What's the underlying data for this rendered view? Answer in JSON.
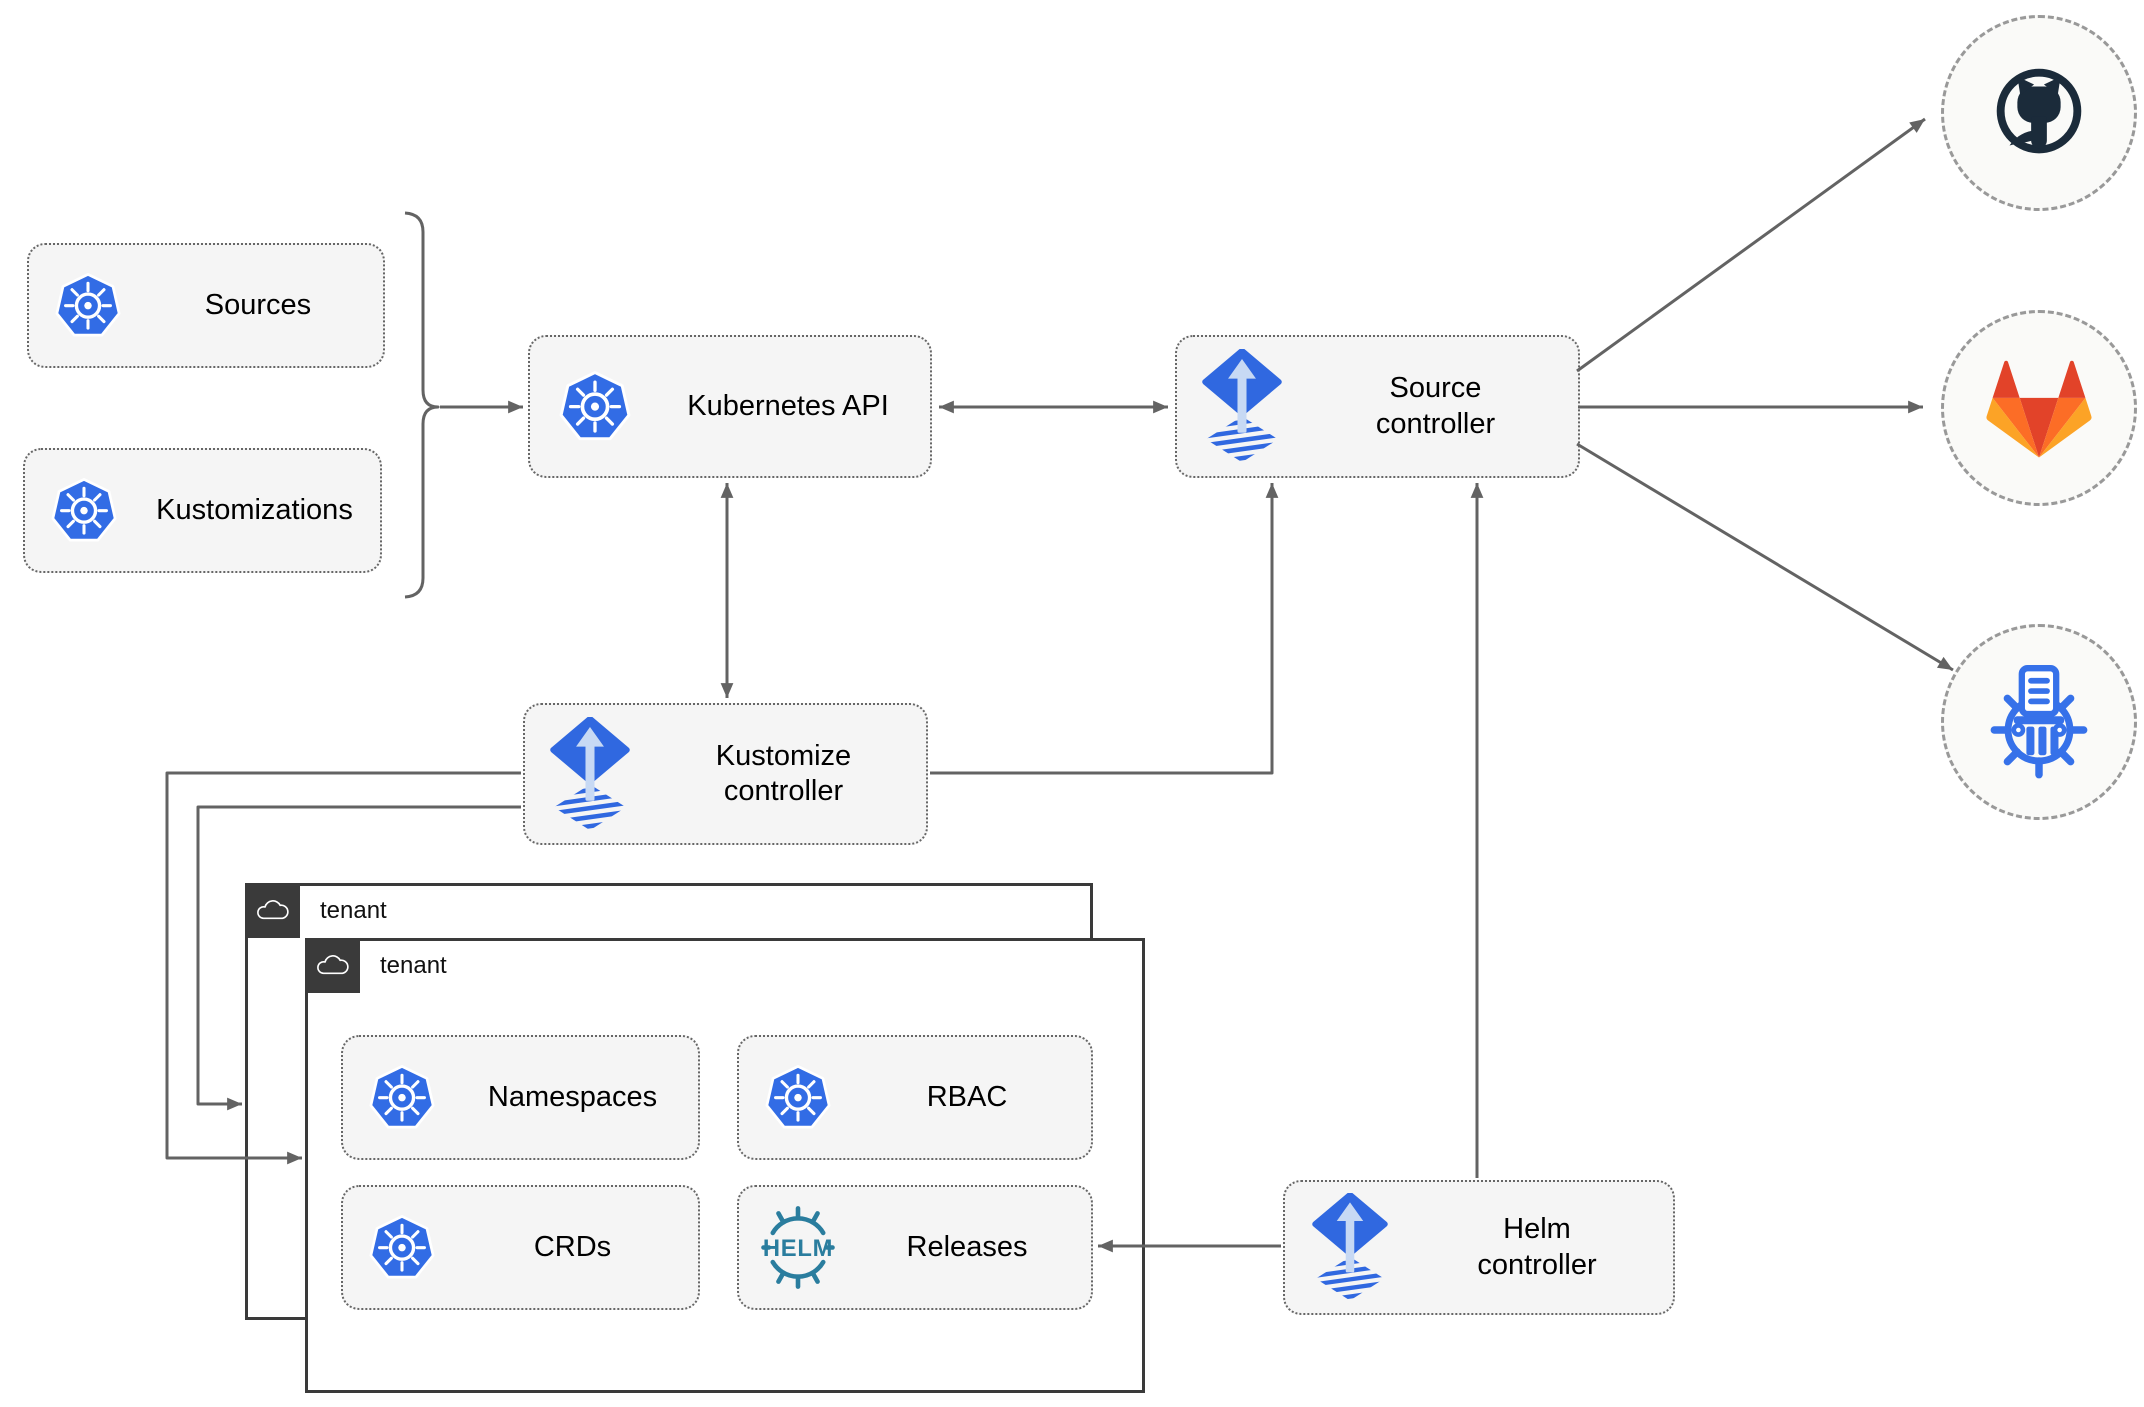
{
  "nodes": {
    "sources": {
      "label": "Sources"
    },
    "kustomizations": {
      "label": "Kustomizations"
    },
    "kubernetes_api": {
      "label": "Kubernetes API"
    },
    "source_controller": {
      "label": "Source controller"
    },
    "kustomize_controller": {
      "label": "Kustomize controller"
    },
    "helm_controller": {
      "label": "Helm controller"
    },
    "tenant_outer": {
      "label": "tenant"
    },
    "tenant_inner": {
      "label": "tenant"
    },
    "namespaces": {
      "label": "Namespaces"
    },
    "rbac": {
      "label": "RBAC"
    },
    "crds": {
      "label": "CRDs"
    },
    "releases": {
      "label": "Releases"
    }
  },
  "icons": {
    "kubernetes": "kubernetes-wheel",
    "flux": "flux-diamond-arrow",
    "helm": "helm-wheel",
    "helm_wordmark": "HELM",
    "github": "github-octocat",
    "gitlab": "gitlab-tanuki",
    "chartmuseum": "chartmuseum-column-wheel",
    "cloud": "cloud-outline"
  },
  "colors": {
    "line": "#636363",
    "node_fill": "#F5F5F5",
    "node_border": "#666666",
    "label_text": "#000000",
    "kubernetes_blue": "#326CE5",
    "flux_blue": "#3068E0",
    "flux_light": "#C7D9F4",
    "helm_teal": "#2A7D9E",
    "github_dark": "#1B2B3A",
    "gitlab_red": "#E24329",
    "gitlab_orange": "#FC6D26",
    "gitlab_amber": "#FCA326",
    "chartmuseum_blue": "#3671E9",
    "tenant_border": "#3A3A3A",
    "badge_bg": "#3A3A3A",
    "badge_glyph": "#FFFFFF",
    "circle_fill": "#FAFAF8",
    "circle_border": "#999999",
    "canvas_bg": "#FFFFFF"
  }
}
